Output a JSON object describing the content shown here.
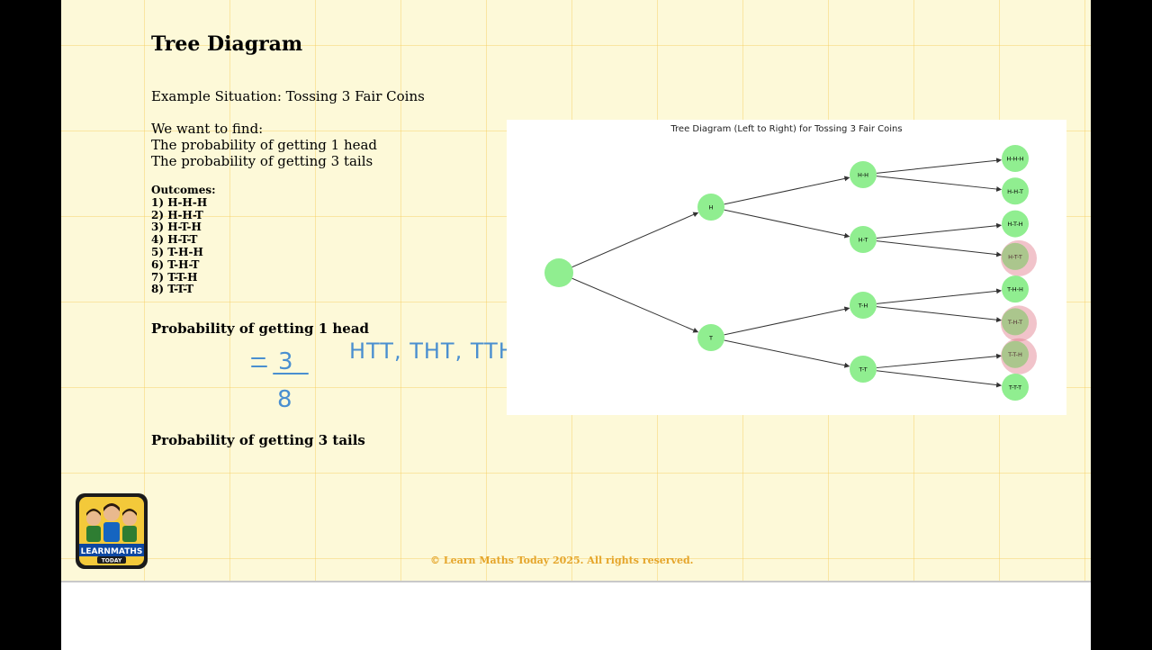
{
  "slide": {
    "title": "Tree Diagram",
    "example": "Example Situation: Tossing 3 Fair Coins",
    "want_intro": "We want to find:",
    "want_items": [
      "The probability of getting 1 head",
      "The probability of getting 3 tails"
    ],
    "outcomes_heading": "Outcomes:",
    "outcomes": [
      "1) H-H-H",
      "2) H-H-T",
      "3) H-T-H",
      "4) H-T-T",
      "5) T-H-H",
      "6) T-H-T",
      "7) T-T-H",
      "8) T-T-T"
    ],
    "prob_head_heading": "Probability of getting 1 head",
    "prob_tails_heading": "Probability of getting 3 tails",
    "handwriting": {
      "prefix": "=",
      "numerator": "3",
      "denominator": "8",
      "list": "HTT, THT, TTH",
      "ink_color": "#4a8fd0"
    },
    "footer": "© Learn Maths Today 2025. All rights reserved.",
    "logo": {
      "line1": "LEARNMATHS",
      "line2": "TODAY"
    }
  },
  "chart_data": {
    "type": "tree",
    "title": "Tree Diagram (Left to Right) for Tossing 3 Fair Coins",
    "node_color": "#90ee90",
    "highlight_color": "#e07a8a",
    "root": "",
    "level1": [
      "H",
      "T"
    ],
    "level2": [
      "H-H",
      "H-T",
      "T-H",
      "T-T"
    ],
    "level3": [
      "H-H-H",
      "H-H-T",
      "H-T-H",
      "H-T-T",
      "T-H-H",
      "T-H-T",
      "T-T-H",
      "T-T-T"
    ],
    "highlighted": [
      "H-T-T",
      "T-H-T",
      "T-T-H"
    ]
  }
}
